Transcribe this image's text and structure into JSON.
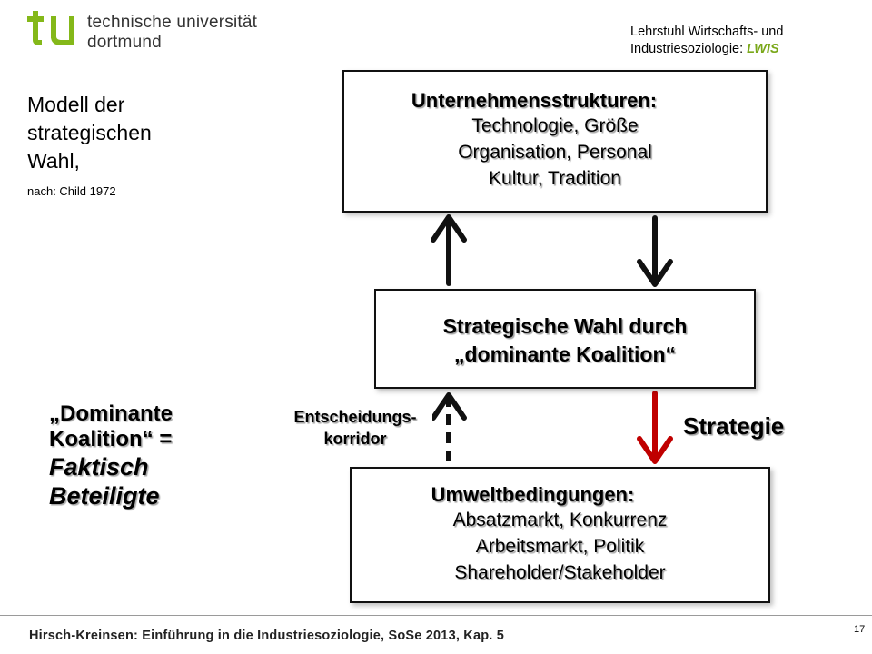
{
  "header": {
    "logo_line1": "technische universität",
    "logo_line2": "dortmund",
    "chair_line1": "Lehrstuhl Wirtschafts- und",
    "chair_line2_prefix": "Industriesoziologie: ",
    "chair_line2_suffix": "LWIS"
  },
  "left": {
    "title_line1": "Modell der",
    "title_line2": "strategischen",
    "title_line3": "Wahl,",
    "source": "nach: Child 1972",
    "dk_line1": "„Dominante",
    "dk_line2": "Koalition“ =",
    "dk_line3": "Faktisch",
    "dk_line4": "Beteiligte"
  },
  "diagram": {
    "top_box": {
      "title": "Unternehmensstrukturen:",
      "lines": [
        "Technologie, Größe",
        "Organisation, Personal",
        "Kultur, Tradition"
      ]
    },
    "middle_box": {
      "lines": [
        "Strategische Wahl durch",
        "„dominante Koalition“"
      ]
    },
    "bottom_box": {
      "title": "Umweltbedingungen:",
      "lines": [
        "Absatzmarkt, Konkurrenz",
        "Arbeitsmarkt, Politik",
        "Shareholder/Stakeholder"
      ]
    },
    "corridor_label_line1": "Entscheidungs-",
    "corridor_label_line2": "korridor",
    "strategy_label": "Strategie",
    "colors": {
      "arrow": "#111111",
      "strategy_arrow": "#c00000",
      "logo_green": "#84b819"
    }
  },
  "footer": {
    "text": "Hirsch-Kreinsen: Einführung in die Industriesoziologie, SoSe 2013, Kap. 5",
    "page": "17"
  }
}
